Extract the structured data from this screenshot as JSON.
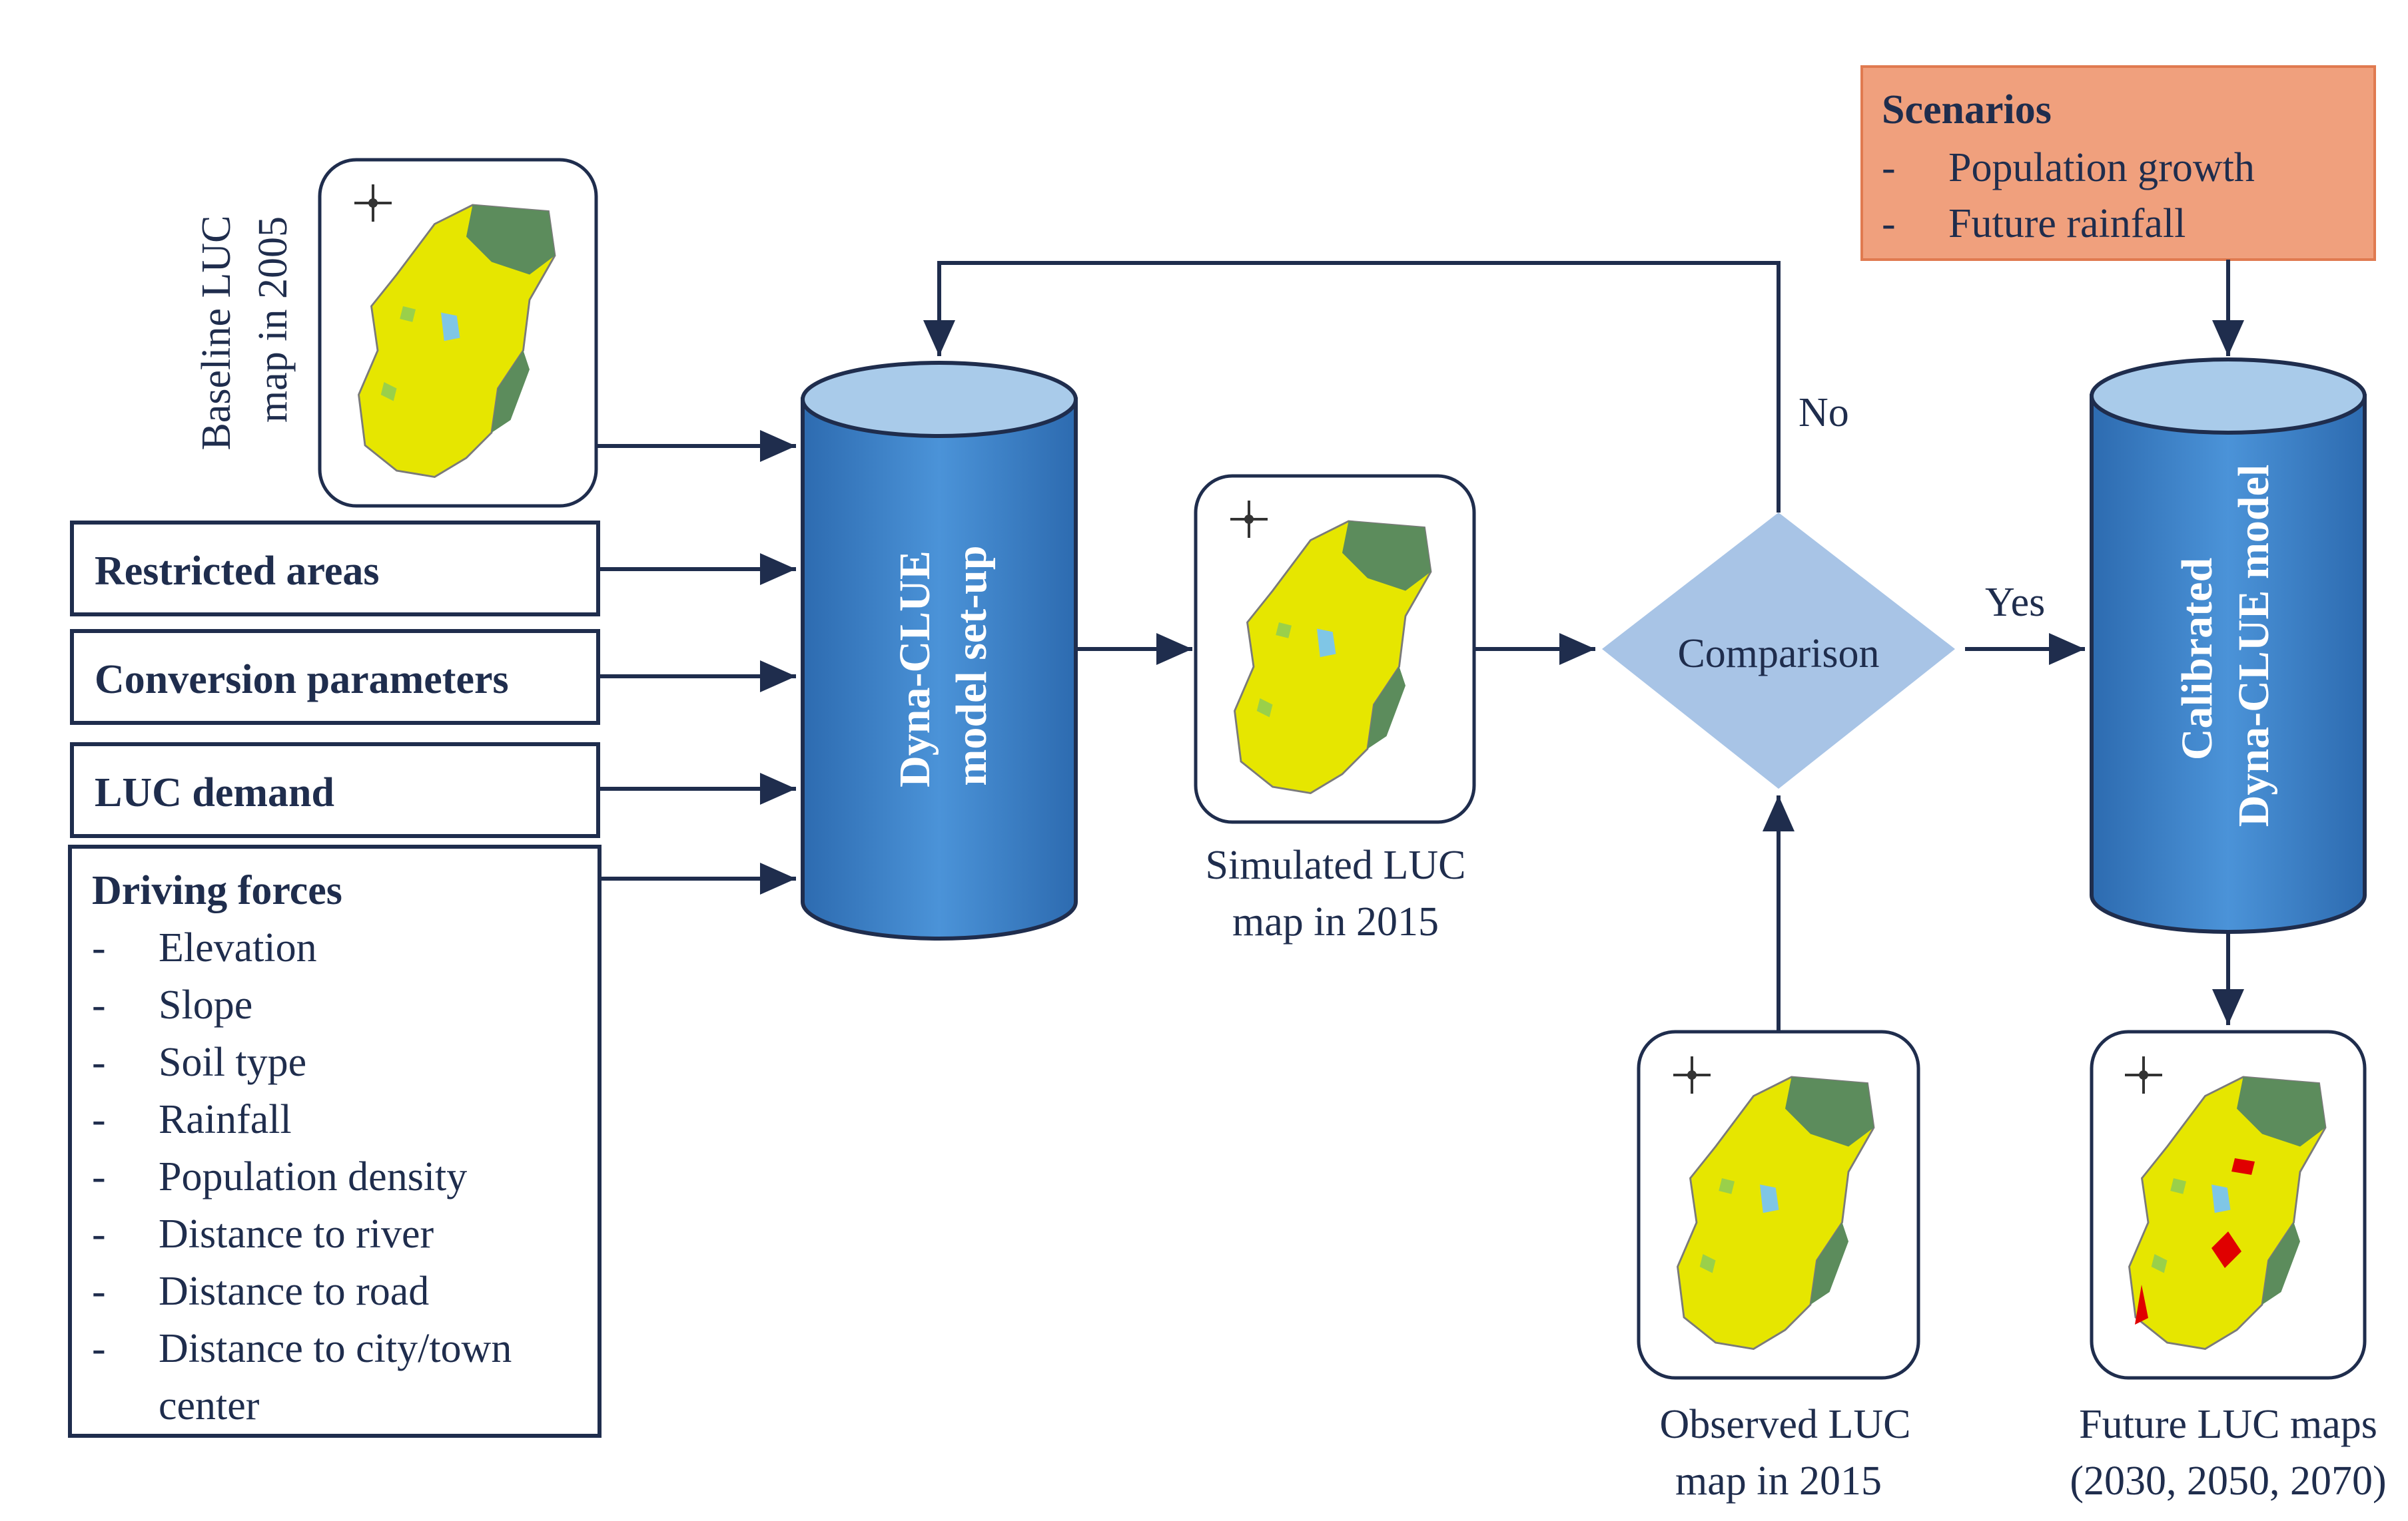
{
  "baseline_label": [
    "Baseline LUC",
    "map in 2005"
  ],
  "inputs": {
    "restricted": "Restricted areas",
    "conversion": "Conversion parameters",
    "demand": "LUC demand",
    "driving_title": "Driving forces",
    "driving_items": [
      "Elevation",
      "Slope",
      "Soil type",
      "Rainfall",
      "Population density",
      "Distance to river",
      "Distance to road",
      "Distance to city/town",
      "center"
    ],
    "dash": "-"
  },
  "model_setup": [
    "Dyna-CLUE",
    "model set-up"
  ],
  "simulated_label": [
    "Simulated LUC",
    "map in 2015"
  ],
  "comparison": "Comparison",
  "no_label": "No",
  "yes_label": "Yes",
  "observed_label": [
    "Observed  LUC",
    "map in 2015"
  ],
  "scenarios": {
    "title": "Scenarios",
    "items": [
      "Population growth",
      "Future rainfall"
    ]
  },
  "calibrated": [
    "Calibrated",
    "Dyna-CLUE model"
  ],
  "future_label": [
    "Future LUC maps",
    "(2030, 2050, 2070)"
  ],
  "colors": {
    "navy": "#1f2d4d",
    "cylinder_blue": "#3c7fc6",
    "cylinder_top": "#a9cbea",
    "diamond": "#a8c4e6",
    "scenario_fill": "#f0a07d",
    "map_yellow": "#e6e600",
    "map_green": "#5c8c5c",
    "water": "#7fc6e6",
    "urban": "#e00000"
  }
}
